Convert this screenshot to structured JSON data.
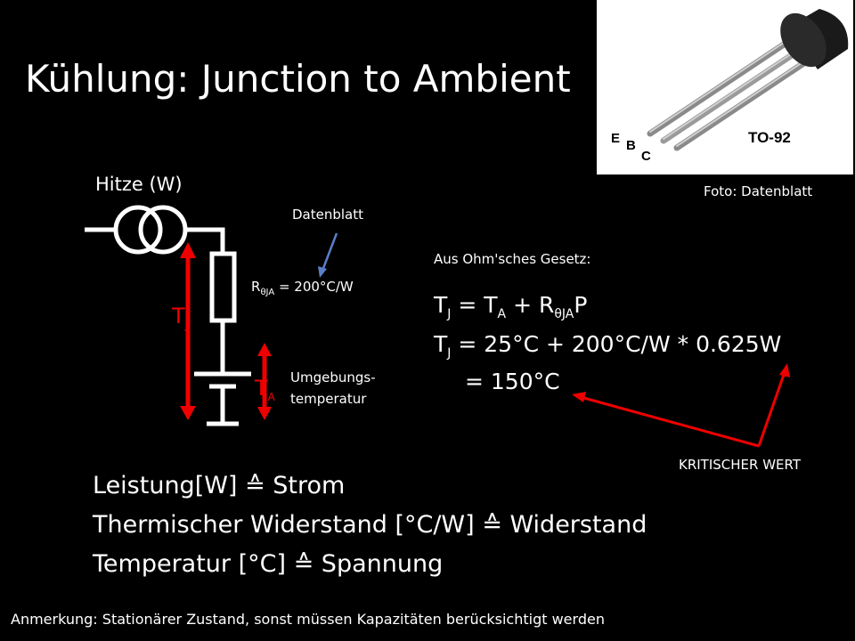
{
  "slide": {
    "title": "Kühlung: Junction to Ambient",
    "photo": {
      "caption": "Foto: Datenblatt",
      "pin_labels": [
        "E",
        "B",
        "C"
      ],
      "package_label": "TO-92"
    },
    "diagram": {
      "heat_label": "Hitze (W)",
      "datasheet_label": "Datenblatt",
      "resistance_label_prefix": "R",
      "resistance_label_sub": "θJA",
      "resistance_label_suffix": " = 200°C/W",
      "ambient_line1": "Umgebungs-",
      "ambient_line2": "temperatur",
      "tj_main": "T",
      "tj_sub": "J",
      "ta_main": "T",
      "ta_sub": "A"
    },
    "equations": {
      "intro": "Aus Ohm'sches Gesetz:",
      "line1": {
        "a": "T",
        "a_sub": "J",
        "b": " = T",
        "b_sub": "A",
        "c": " + R",
        "c_sub": "θJA",
        "d": "P"
      },
      "line2": {
        "a": "T",
        "a_sub": "J",
        "b": " = 25°C + 200°C/W * 0.625W"
      },
      "line3": "= 150°C",
      "critical_label": "KRITISCHER WERT"
    },
    "analogies": [
      "Leistung[W] ≙ Strom",
      "Thermischer Widerstand [°C/W] ≙ Widerstand",
      "Temperatur [°C] ≙ Spannung"
    ],
    "note": "Anmerkung: Stationärer Zustand, sonst müssen Kapazitäten berücksichtigt werden",
    "colors": {
      "background": "#000000",
      "text": "#ffffff",
      "highlight_red": "#e00000",
      "datasheet_arrow": "#5b7fc7"
    }
  }
}
